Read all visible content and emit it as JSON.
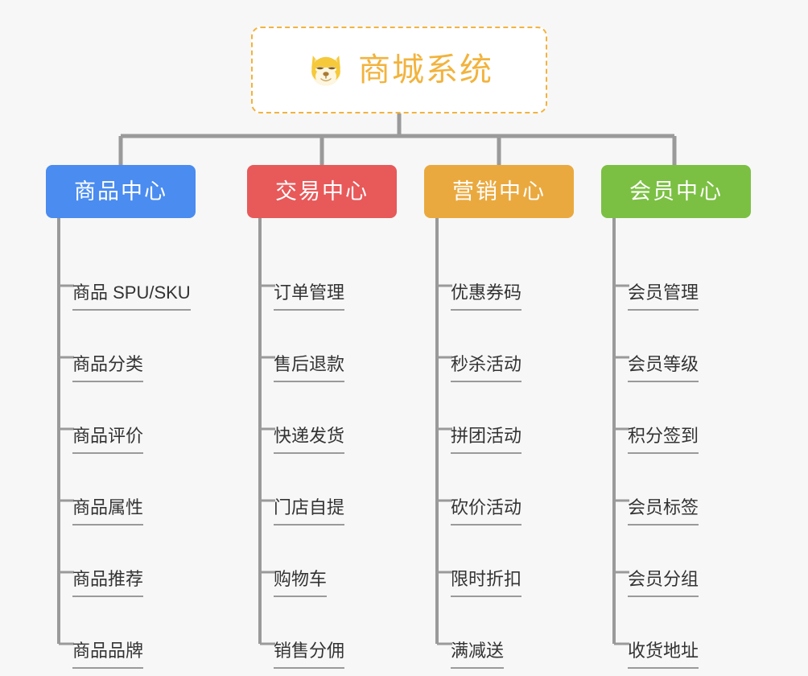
{
  "diagram": {
    "title": "商城系统",
    "background_color": "#f7f7f7",
    "root": {
      "label": "商城系统",
      "icon": "shiba-dog-icon",
      "text_color": "#f2b33d",
      "border_color": "#f2b33d",
      "fill_color": "#ffffff",
      "border_style": "dashed"
    },
    "connector_color": "#9a9a9a",
    "categories": [
      {
        "label": "商品中心",
        "color": "#4a8cf0",
        "items": [
          "商品 SPU/SKU",
          "商品分类",
          "商品评价",
          "商品属性",
          "商品推荐",
          "商品品牌"
        ]
      },
      {
        "label": "交易中心",
        "color": "#e8595a",
        "items": [
          "订单管理",
          "售后退款",
          "快递发货",
          "门店自提",
          "购物车",
          "销售分佣"
        ]
      },
      {
        "label": "营销中心",
        "color": "#eaa93e",
        "items": [
          "优惠券码",
          "秒杀活动",
          "拼团活动",
          "砍价活动",
          "限时折扣",
          "满减送"
        ]
      },
      {
        "label": "会员中心",
        "color": "#7bc043",
        "items": [
          "会员管理",
          "会员等级",
          "积分签到",
          "会员标签",
          "会员分组",
          "收货地址"
        ]
      }
    ]
  }
}
